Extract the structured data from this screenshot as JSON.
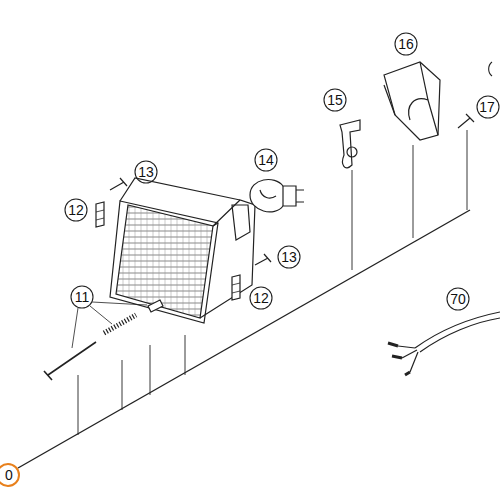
{
  "diagram": {
    "labels": [
      "16",
      "15",
      "17",
      "14",
      "13",
      "12",
      "13",
      "12",
      "11",
      "70",
      "0"
    ]
  }
}
